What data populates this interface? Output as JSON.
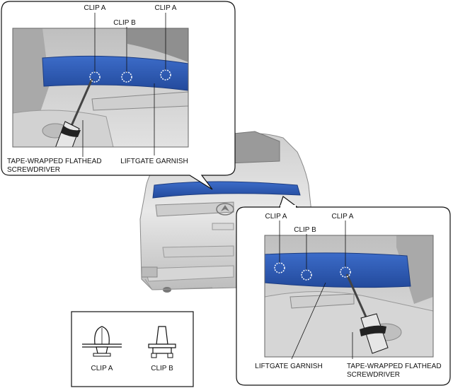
{
  "callout_top_left": {
    "clip_a_left": "CLIP A",
    "clip_a_right": "CLIP A",
    "clip_b": "CLIP B",
    "tool_line1": "TAPE-WRAPPED FLATHEAD",
    "tool_line2": "SCREWDRIVER",
    "garnish": "LIFTGATE GARNISH"
  },
  "callout_bottom_right": {
    "clip_a_left": "CLIP A",
    "clip_a_right": "CLIP A",
    "clip_b": "CLIP B",
    "garnish": "LIFTGATE GARNISH",
    "tool_line1": "TAPE-WRAPPED FLATHEAD",
    "tool_line2": "SCREWDRIVER"
  },
  "legend": {
    "clip_a": "CLIP A",
    "clip_b": "CLIP B"
  },
  "colors": {
    "garnish_blue": "#2f5bb7",
    "panel_gray": "#d9d9d9",
    "body_gray": "#e6e6e6",
    "line": "#111111"
  }
}
